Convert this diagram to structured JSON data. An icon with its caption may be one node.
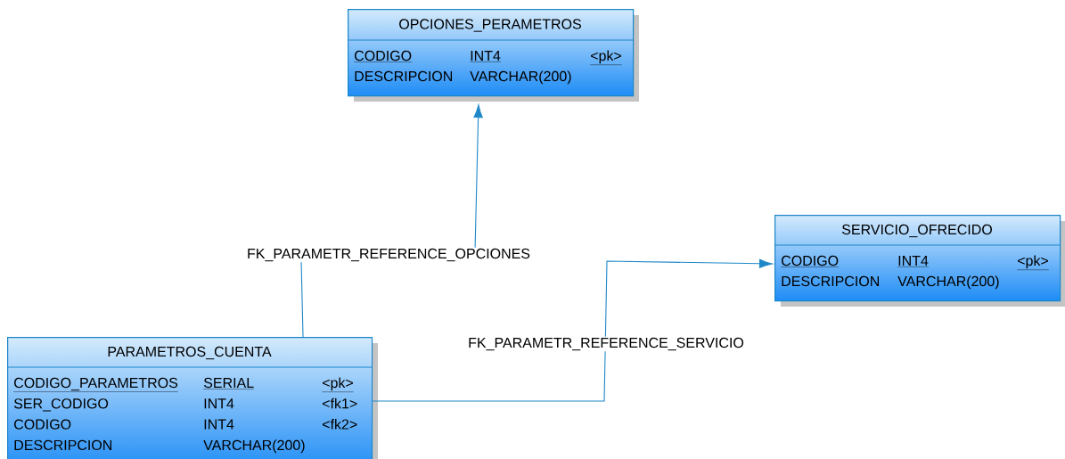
{
  "diagram": {
    "nodes": [
      {
        "text": [
          "OPCIONES_PERAMETROS",
          "CODIGO",
          "INT4",
          "<pk>",
          "DESCRIPCION",
          "VARCHAR(200)"
        ]
      },
      {
        "text": [
          "SERVICIO_OFRECIDO",
          "CODIGO",
          "INT4",
          "<pk>",
          "DESCRIPCION",
          "VARCHAR(200)"
        ]
      },
      {
        "text": [
          "PARAMETROS_CUENTA",
          "CODIGO_PARAMETROS",
          "SERIAL",
          "<pk>",
          "SER_CODIGO",
          "INT4",
          "<fk1>",
          "CODIGO",
          "INT4",
          "<fk2>",
          "DESCRIPCION",
          "VARCHAR(200)"
        ]
      }
    ],
    "edges": [
      {
        "from": 2,
        "to": 0,
        "arrow": "to",
        "label": "FK_PARAMETR_REFERENCE_OPCIONES"
      },
      {
        "from": 2,
        "to": 1,
        "arrow": "to",
        "label": "FK_PARAMETR_REFERENCE_SERVICIO"
      }
    ]
  }
}
